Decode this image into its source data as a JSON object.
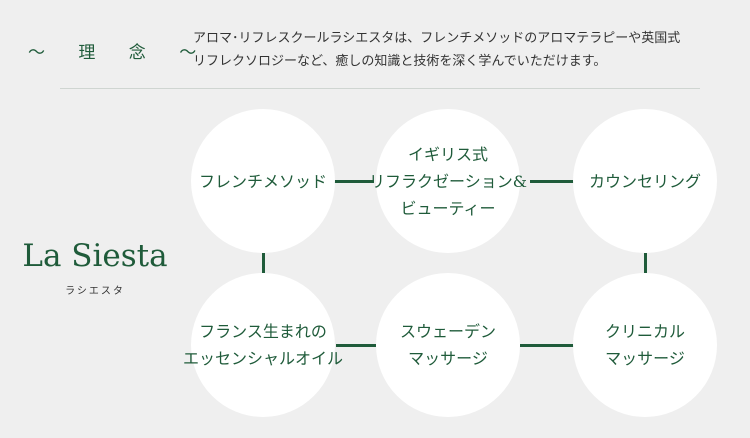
{
  "philosophy": {
    "label": "～ 理 念 ～",
    "text_line1": "アロマ･リフレスクールラシエスタは、フレンチメソッドのアロマテラピーや英国式",
    "text_line2": "リフレクソロジーなど、癒しの知識と技術を深く学んでいただけます。"
  },
  "brand": {
    "name": "La Siesta",
    "kana": "ラシエスタ"
  },
  "circles": {
    "french_method": {
      "line1": "フレンチメソッド"
    },
    "uk_reflex": {
      "line1": "イギリス式",
      "line2": "リフラクゼーション&",
      "line3": "ビューティー"
    },
    "counseling": {
      "line1": "カウンセリング"
    },
    "french_oil": {
      "line1": "フランス生まれの",
      "line2": "エッセンシャルオイル"
    },
    "swedish": {
      "line1": "スウェーデン",
      "line2": "マッサージ"
    },
    "clinical": {
      "line1": "クリニカル",
      "line2": "マッサージ"
    }
  },
  "colors": {
    "accent_green": "#1f5b3a",
    "background": "#efefef",
    "circle_fill": "#ffffff"
  }
}
